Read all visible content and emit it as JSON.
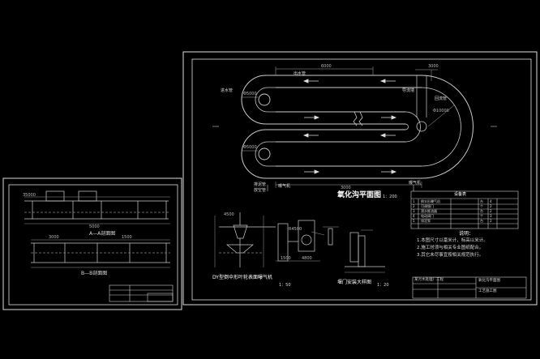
{
  "left_sheet": {
    "section_title": "A—A剖面图",
    "section_title_2": "B—B剖面图",
    "dims": [
      "35000",
      "5000",
      "3000",
      "1500"
    ]
  },
  "right_sheet": {
    "plan_title": "氧化沟平面图",
    "plan_scale": "1：200",
    "aerator_title": "DY型倒伞形叶轮表面曝气机",
    "aerator_scale": "1：50",
    "weir_title": "堰门安装大样图",
    "weir_scale": "1：20",
    "labels": {
      "inlet_pipe": "进水管",
      "outlet_pipe": "出水管",
      "sludge_pipe": "排泥管",
      "return_pipe": "回流管",
      "drain": "放空管",
      "aerator": "曝气机",
      "baffle": "导流墙"
    },
    "dims": {
      "d_top": "6000",
      "d_top2": "3000",
      "d_left1": "Φ5000",
      "d_left2": "Φ5000",
      "d_right": "Φ10000",
      "d_width": "3000",
      "d_depth": "4500",
      "d_b1": "1500",
      "d_b2": "4800",
      "d_r": "R4500"
    },
    "notes_title": "说明：",
    "notes": [
      "1.本图尺寸以毫米计，标高以米计。",
      "2.施工时须与相关专业图纸配合。",
      "3.其它未尽事宜按相关规范执行。"
    ],
    "table_title": "设备表",
    "table_rows": [
      [
        "1",
        "倒伞形曝气机",
        "台",
        "4"
      ],
      [
        "2",
        "可调堰门",
        "个",
        "2"
      ],
      [
        "3",
        "潜水推流器",
        "台",
        "2"
      ],
      [
        "4",
        "电动阀门",
        "个",
        "3"
      ],
      [
        "5",
        "排泥泵",
        "台",
        "2"
      ]
    ],
    "title_block": {
      "project": "某污水处理厂工程",
      "drawing": "氧化沟平面图",
      "sub": "工艺施工图"
    }
  }
}
